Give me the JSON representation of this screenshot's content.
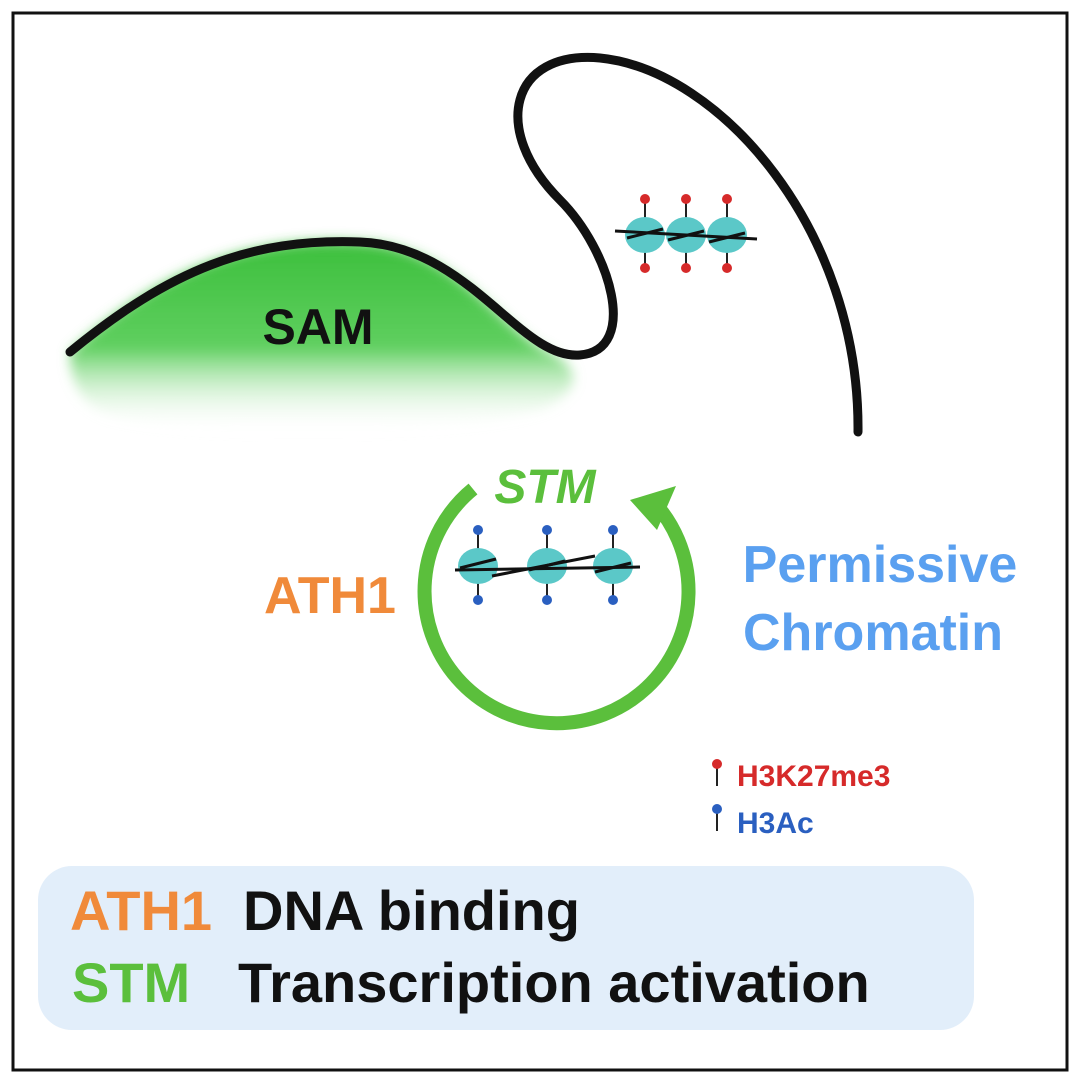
{
  "labels": {
    "sam": "SAM",
    "stm_cycle": "STM",
    "ath1_side": "ATH1",
    "chromatin_line1": "Permissive",
    "chromatin_line2": "Chromatin"
  },
  "legend": {
    "h3k27me3": "H3K27me3",
    "h3ac": "H3Ac"
  },
  "summary_box": {
    "row1_factor": "ATH1",
    "row1_role": "DNA binding",
    "row2_factor": "STM",
    "row2_role": "Transcription activation"
  },
  "colors": {
    "meristem_green": "#4cc24c",
    "cycle_green": "#5bbf3c",
    "ath1_orange": "#f08a3a",
    "chromatin_blue": "#5aa0f0",
    "h3k27me3_red": "#d62a2a",
    "h3ac_blue": "#2a5fc0",
    "nucleosome_teal": "#5bc8c8",
    "summary_bg": "#e2eefa"
  }
}
